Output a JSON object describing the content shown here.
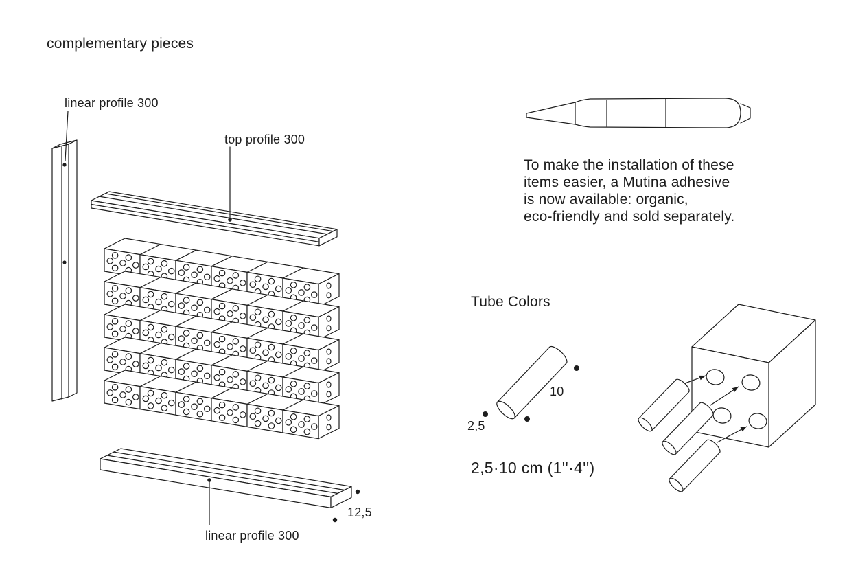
{
  "page": {
    "title": "complementary pieces"
  },
  "assembly": {
    "label_linear_profile_left": "linear profile 300",
    "label_top_profile": "top profile 300",
    "label_linear_profile_bottom": "linear profile 300",
    "dim_depth": "12,5"
  },
  "adhesive_note": {
    "lines": [
      "To make the installation of these",
      "items easier, a Mutina adhesive",
      "is now available: organic,",
      "eco-friendly and sold separately."
    ]
  },
  "tube_colors": {
    "title": "Tube Colors",
    "dim_length": "10",
    "dim_diameter": "2,5",
    "size_label": "2,5·10 cm (1''·4'')"
  },
  "colors": {
    "ink": "#1d1d1d",
    "background": "#ffffff"
  }
}
